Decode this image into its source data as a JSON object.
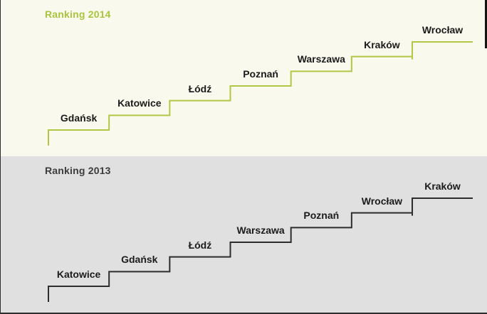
{
  "chart_data": [
    {
      "type": "line",
      "variant": "ascending-step-ranking",
      "title": "Ranking 2014",
      "title_color": "#a9c43e",
      "line_color": "#b1c746",
      "background": "#f9f9ed",
      "label_color": "#1b1b1b",
      "categories": [
        "Gdańsk",
        "Katowice",
        "Łódź",
        "Poznań",
        "Warszawa",
        "Kraków",
        "Wrocław"
      ],
      "values": [
        1,
        2,
        3,
        4,
        5,
        6,
        7
      ],
      "xlabel": "",
      "ylabel": "",
      "axes": "none",
      "grid": false,
      "legend": "none"
    },
    {
      "type": "line",
      "variant": "ascending-step-ranking",
      "title": "Ranking 2013",
      "title_color": "#3c3c3c",
      "line_color": "#2d2d2d",
      "background": "#e0e0e0",
      "label_color": "#1b1b1b",
      "categories": [
        "Katowice",
        "Gdańsk",
        "Łódź",
        "Warszawa",
        "Poznań",
        "Wrocław",
        "Kraków"
      ],
      "values": [
        1,
        2,
        3,
        4,
        5,
        6,
        7
      ],
      "xlabel": "",
      "ylabel": "",
      "axes": "none",
      "grid": false,
      "legend": "none"
    }
  ]
}
